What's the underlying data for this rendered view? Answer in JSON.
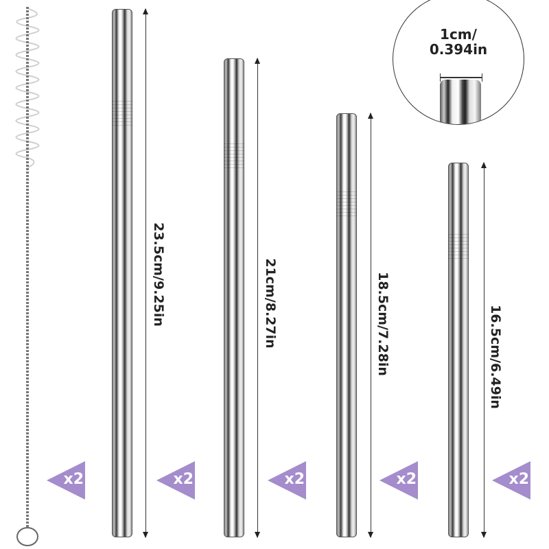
{
  "straws": [
    {
      "length_label": "23.5cm/9.25in",
      "quantity": "x2"
    },
    {
      "length_label": "21cm/8.27in",
      "quantity": "x2"
    },
    {
      "length_label": "18.5cm/7.28in",
      "quantity": "x2"
    },
    {
      "length_label": "16.5cm/6.49in",
      "quantity": "x2"
    }
  ],
  "brush": {
    "quantity": "x2"
  },
  "diameter_callout": {
    "line1": "1cm/",
    "line2": "0.394in"
  },
  "colors": {
    "badge": "#a58ccc",
    "text": "#222222"
  }
}
